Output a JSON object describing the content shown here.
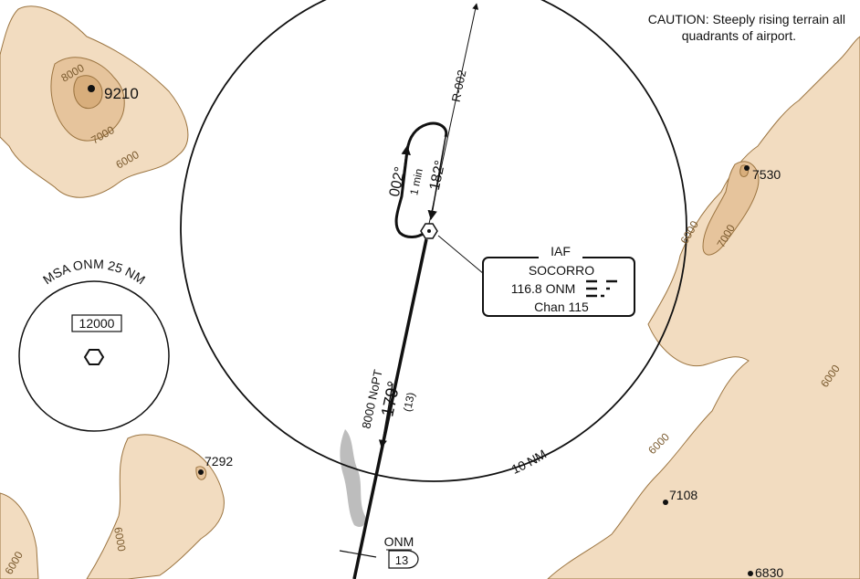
{
  "caution": {
    "line1": "CAUTION:  Steeply rising terrain all",
    "line2": "quadrants of airport."
  },
  "iaf": {
    "label": "IAF",
    "name": "SOCORRO",
    "frequency": "116.8 ONM",
    "channel": "Chan 115"
  },
  "radial": "R-002",
  "holding": {
    "outbound_course": "002°",
    "inbound_course": "182°",
    "leg_time": "1 min"
  },
  "approach": {
    "altitude": "8000 NoPT",
    "course": "179°",
    "distance": "(13)"
  },
  "ring_label": "10 NM",
  "msa": {
    "title": "MSA ONM 25 NM",
    "altitude": "12000"
  },
  "fix": {
    "name": "ONM",
    "dme": "13"
  },
  "spot_elevations": [
    "9210",
    "7530",
    "7292",
    "7108",
    "6830"
  ],
  "contour_labels": [
    "8000",
    "7000",
    "6000",
    "6000",
    "7000",
    "6000",
    "6000",
    "6000",
    "6000"
  ],
  "colors": {
    "terrain_low": "#f2dcc0",
    "terrain_high": "#e6c49c",
    "contour_line": "#9b7440",
    "water": "#bdbdbd",
    "ink": "#111111"
  }
}
